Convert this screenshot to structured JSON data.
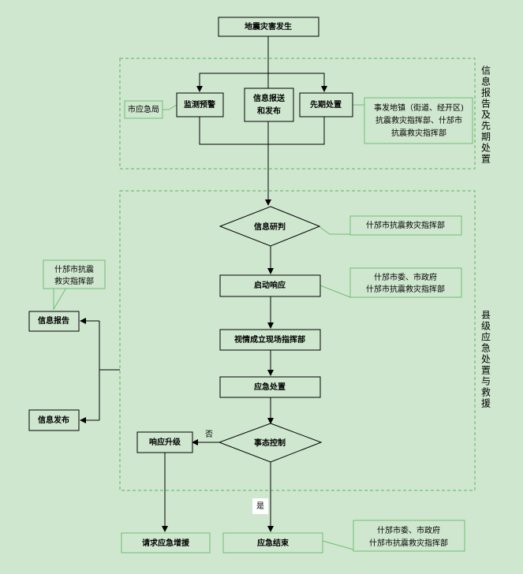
{
  "nodes": {
    "earthquake": "地震灾害发生",
    "monitoring": "监测预警",
    "info_report_line1": "信息报送",
    "info_report_line2": "和发布",
    "early_response": "先期处置",
    "city_emergency_bureau": "市应急局",
    "town_hq_line1": "事发地镇（街道、经开区)",
    "town_hq_line2": "抗震救灾指挥部、什邡市",
    "town_hq_line3": "抗震救灾指挥部",
    "info_assess": "信息研判",
    "assess_note": "什邡市抗震救灾指挥部",
    "start_response": "启动响应",
    "start_note_line1": "什邡市委、市政府",
    "start_note_line2": "什邡市抗震救灾指挥部",
    "field_hq": "视情成立现场指挥部",
    "emergency_handling": "应急处置",
    "situation_control": "事态控制",
    "response_upgrade": "响应升级",
    "request_support": "请求应急增援",
    "emergency_end": "应急结束",
    "end_note_line1": "什邡市委、市政府",
    "end_note_line2": "什邡市抗震救灾指挥部",
    "info_report_left": "信息报告",
    "info_release_left": "信息发布",
    "left_note_line1": "什邡市抗震",
    "left_note_line2": "救灾指挥部"
  },
  "labels": {
    "no": "否",
    "yes": "是"
  },
  "sections": {
    "top_chars": [
      "信",
      "息",
      "报",
      "告",
      "及",
      "先",
      "期",
      "处",
      "置"
    ],
    "bottom_chars": [
      "县",
      "级",
      "应",
      "急",
      "处",
      "置",
      "与",
      "救",
      "援"
    ]
  }
}
